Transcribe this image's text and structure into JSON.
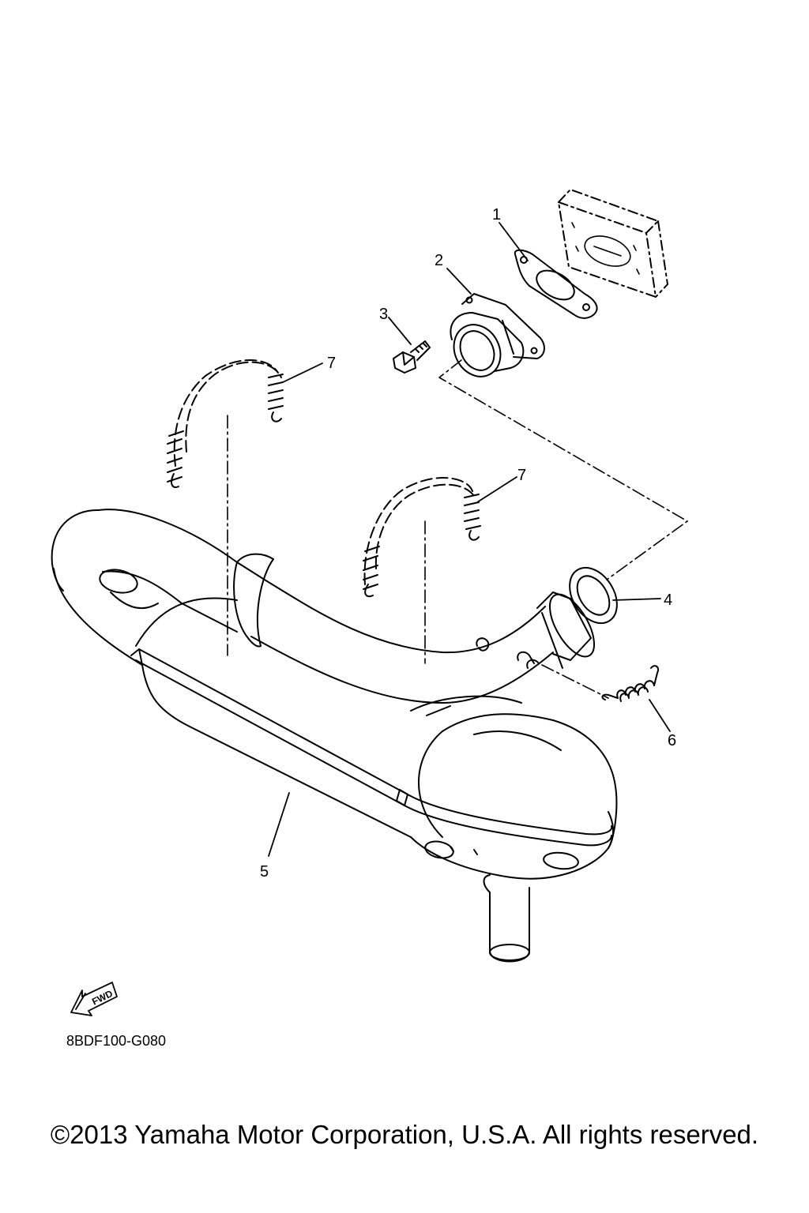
{
  "callouts": [
    "1",
    "2",
    "3",
    "4",
    "5",
    "6",
    "7",
    "7"
  ],
  "fwd_label": "FWD",
  "diagram_code": "8BDF100-G080",
  "copyright": "©2013 Yamaha Motor Corporation, U.S.A. All rights reserved.",
  "line_color": "#000000"
}
